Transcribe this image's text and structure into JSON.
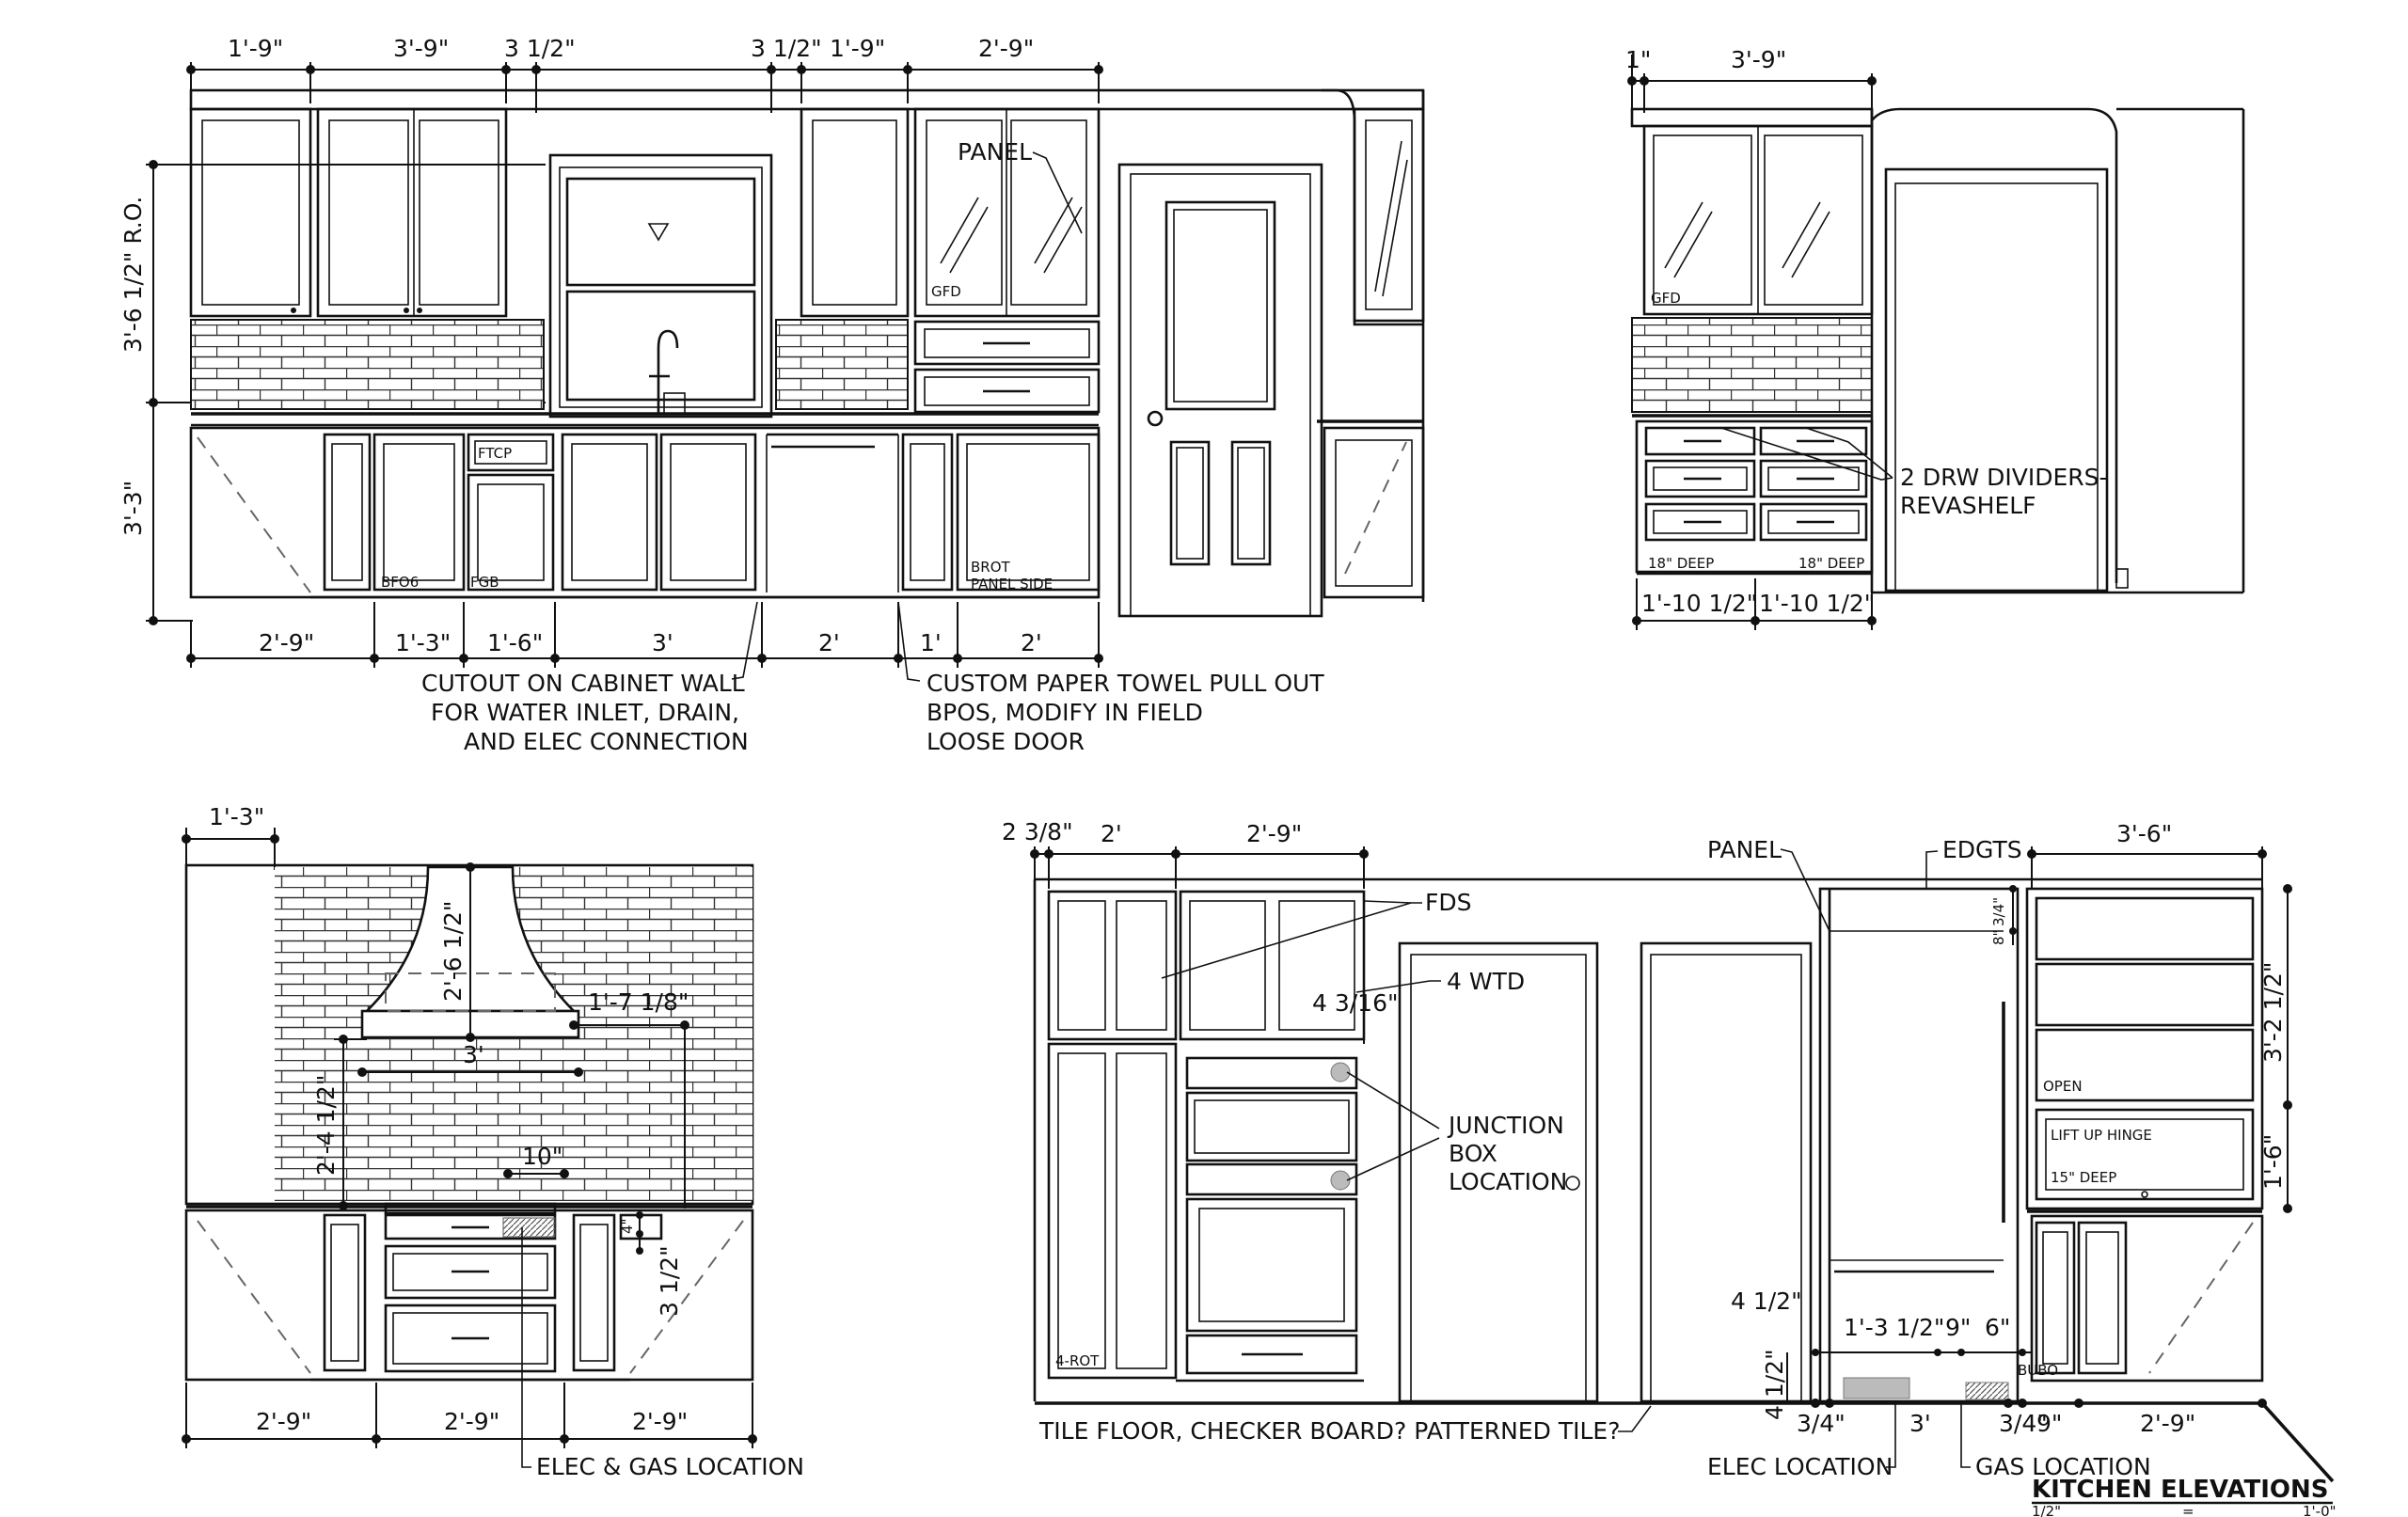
{
  "title": "KITCHEN ELEVATIONS",
  "scale_left": "1/2\"",
  "scale_eq": "=",
  "scale_right": "1'-0\"",
  "e1": {
    "top_dims": [
      "1'-9\"",
      "3'-9\"",
      "3 1/2\"",
      "3 1/2\"",
      "1'-9\"",
      "2'-9\""
    ],
    "bottom_dims": [
      "2'-9\"",
      "1'-3\"",
      "1'-6\"",
      "3'",
      "2'",
      "1'",
      "2'"
    ],
    "left_dim_upper": "3'-6 1/2\" R.O.",
    "left_dim_lower": "3'-3\"",
    "panel": "PANEL",
    "gfd": "GFD",
    "bfo6": "BFO6",
    "fgb": "FGB",
    "trash": "FTCP",
    "brot": "BROT",
    "panel_side": "PANEL SIDE",
    "note_cutout": [
      "CUTOUT ON CABINET WALL",
      "FOR WATER INLET, DRAIN,",
      "AND ELEC CONNECTION"
    ],
    "note_paper": [
      "CUSTOM PAPER TOWEL PULL OUT",
      "BPOS, MODIFY IN FIELD",
      "LOOSE DOOR"
    ]
  },
  "e2": {
    "top_dims": [
      "1\"",
      "3'-9\""
    ],
    "bottom_dims": [
      "1'-10 1/2\"",
      "1'-10 1/2\""
    ],
    "gfd": "GFD",
    "deep_left": "18\" DEEP",
    "deep_right": "18\" DEEP",
    "note": [
      "2 DRW DIVIDERS-",
      "REVASHELF"
    ]
  },
  "e3": {
    "top_dim": "1'-3\"",
    "hood_height": "2'-6 1/2\"",
    "hood_width": "3'",
    "hood_right": "1'-7 1/8\"",
    "left_dim": "2'-4 1/2\"",
    "ten": "10\"",
    "four": "4\"",
    "three_half": "3 1/2\"",
    "bottom_dims": [
      "2'-9\"",
      "2'-9\"",
      "2'-9\""
    ],
    "note": "ELEC & GAS LOCATION"
  },
  "e4": {
    "top_dims": [
      "2 3/8\"",
      "2'",
      "2'-9\""
    ],
    "right_top_dim": "3'-6\"",
    "fds": "FDS",
    "wtd": "4 WTD",
    "four_3_16": "4 3/16\"",
    "junction": [
      "JUNCTION",
      "BOX",
      "LOCATION"
    ],
    "panel": "PANEL",
    "edgts": "EDGTS",
    "three_quarter": "3/4\"",
    "eight": "8\"",
    "right_dim_upper": "3'-2 1/2\"",
    "right_dim_lower": "1'-6\"",
    "open": "OPEN",
    "lift": "LIFT UP HINGE",
    "deep": "15\" DEEP",
    "rot": "4-ROT",
    "b_dim_a": "4 1/2\"",
    "b_dim_b": "1'-3 1/2\"",
    "b_dim_c": "9\"",
    "b_dim_d": "6\"",
    "b_dim_e": "4 1/2\"",
    "bubo": "BUBO",
    "bottom_dims": [
      "3/4\"",
      "3'",
      "3/4\"",
      "9\"",
      "2'-9\""
    ],
    "floor_note": "TILE FLOOR, CHECKER BOARD? PATTERNED TILE?",
    "elec": "ELEC LOCATION",
    "gas": "GAS LOCATION"
  }
}
